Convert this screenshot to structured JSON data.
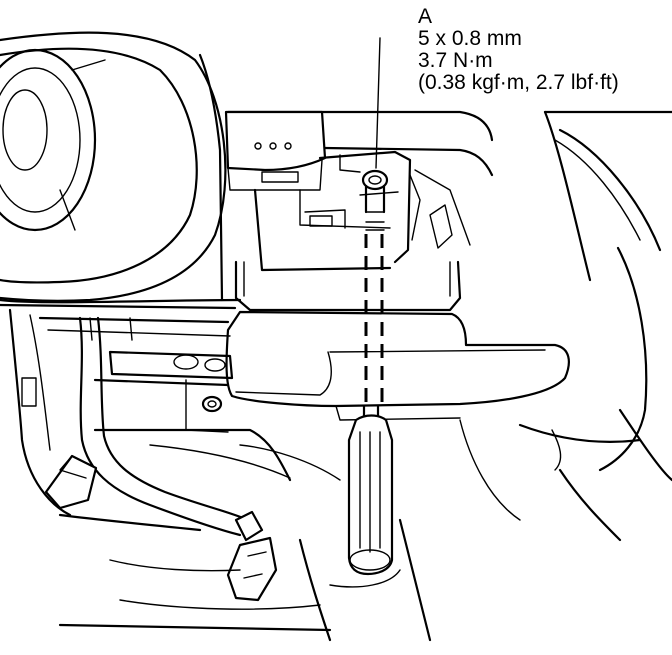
{
  "callout": {
    "letter": "A",
    "bolt_size": "5 x 0.8 mm",
    "torque_nm": "3.7 N·m",
    "torque_alt": "(0.38 kgf·m, 2.7 lbf·ft)"
  }
}
